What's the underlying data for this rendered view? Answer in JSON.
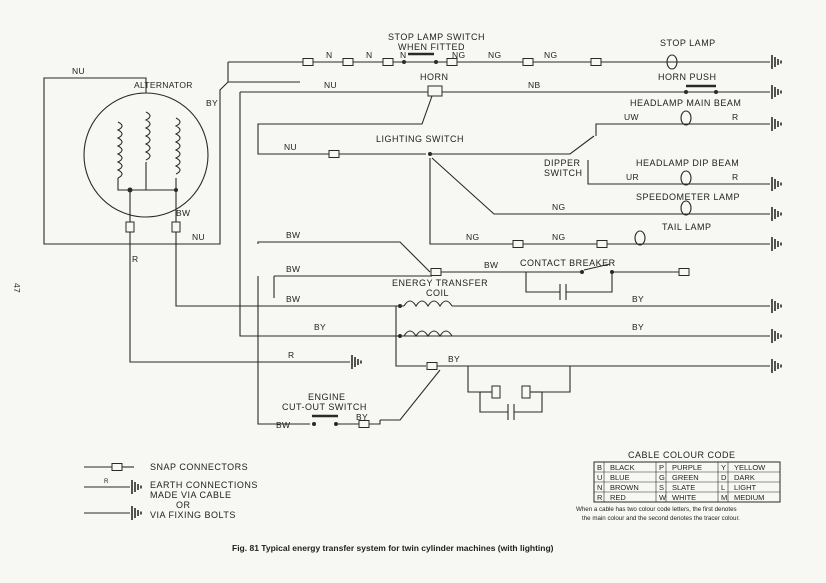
{
  "page_number": "47",
  "title_components": {
    "alternator": "ALTERNATOR",
    "stop_lamp_switch_1": "STOP LAMP SWITCH",
    "stop_lamp_switch_2": "WHEN FITTED",
    "horn": "HORN",
    "stop_lamp": "STOP LAMP",
    "horn_push": "HORN PUSH",
    "headlamp_main": "HEADLAMP MAIN BEAM",
    "lighting_switch": "LIGHTING SWITCH",
    "dipper_1": "DIPPER",
    "dipper_2": "SWITCH",
    "headlamp_dip": "HEADLAMP DIP BEAM",
    "speedometer": "SPEEDOMETER LAMP",
    "tail_lamp": "TAIL LAMP",
    "contact_breaker": "CONTACT BREAKER",
    "energy_transfer_1": "ENERGY TRANSFER",
    "energy_transfer_2": "COIL",
    "engine_1": "ENGINE",
    "engine_2": "CUT-OUT SWITCH"
  },
  "wire_codes": {
    "nu": "NU",
    "by": "BY",
    "bw": "BW",
    "r": "R",
    "n": "N",
    "ng": "NG",
    "nb": "NB",
    "uw": "UW",
    "ur": "UR"
  },
  "legend": {
    "snap": "SNAP CONNECTORS",
    "earth_1": "EARTH CONNECTIONS",
    "earth_2": "MADE VIA CABLE",
    "earth_3": "OR",
    "earth_4": "VIA FIXING BOLTS",
    "earth_r": "R"
  },
  "colour_code": {
    "title": "CABLE COLOUR CODE",
    "rows": [
      [
        [
          "B",
          "BLACK"
        ],
        [
          "P",
          "PURPLE"
        ],
        [
          "Y",
          "YELLOW"
        ]
      ],
      [
        [
          "U",
          "BLUE"
        ],
        [
          "G",
          "GREEN"
        ],
        [
          "D",
          "DARK"
        ]
      ],
      [
        [
          "N",
          "BROWN"
        ],
        [
          "S",
          "SLATE"
        ],
        [
          "L",
          "LIGHT"
        ]
      ],
      [
        [
          "R",
          "RED"
        ],
        [
          "W",
          "WHITE"
        ],
        [
          "M",
          "MEDIUM"
        ]
      ]
    ],
    "note_1": "When a cable has two colour code letters, the first denotes",
    "note_2": "the main colour and the second denotes the tracer colour."
  },
  "caption": "Fig. 81   Typical energy transfer system for twin cylinder machines (with lighting)"
}
